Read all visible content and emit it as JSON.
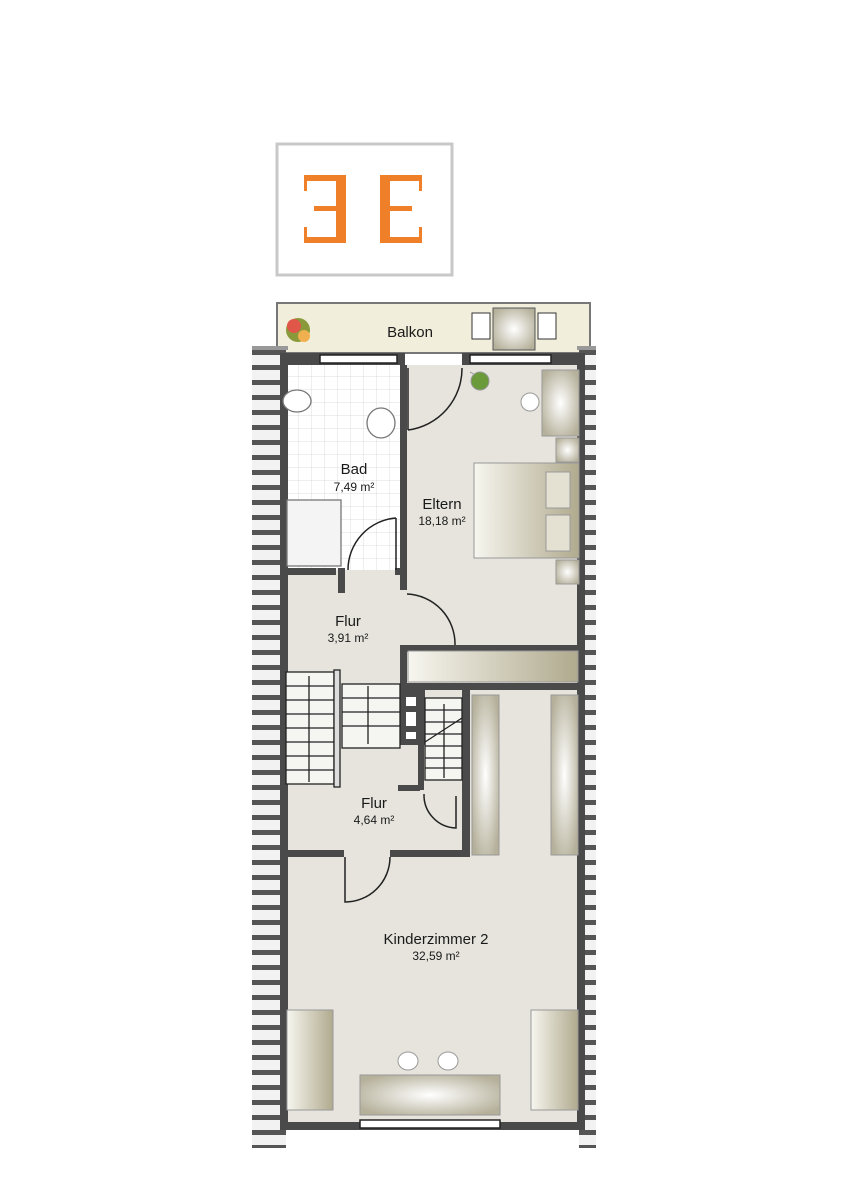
{
  "logo": {
    "text": "ƎE",
    "color": "#f07f2a",
    "border_color": "#c8c8c8"
  },
  "rooms": [
    {
      "name": "Balkon",
      "area": ""
    },
    {
      "name": "Bad",
      "area": "7,49 m²"
    },
    {
      "name": "Eltern",
      "area": "18,18 m²"
    },
    {
      "name": "Flur",
      "area": "3,91 m²"
    },
    {
      "name": "Flur",
      "area": "4,64 m²"
    },
    {
      "name": "Kinderzimmer 2",
      "area": "32,59 m²"
    }
  ],
  "colors": {
    "floor": "#e6e4dc",
    "wall": "#4a4a4a",
    "balcony": "#f1eedb",
    "tile": "#ffffff",
    "furniture": "#c9c6b3"
  }
}
